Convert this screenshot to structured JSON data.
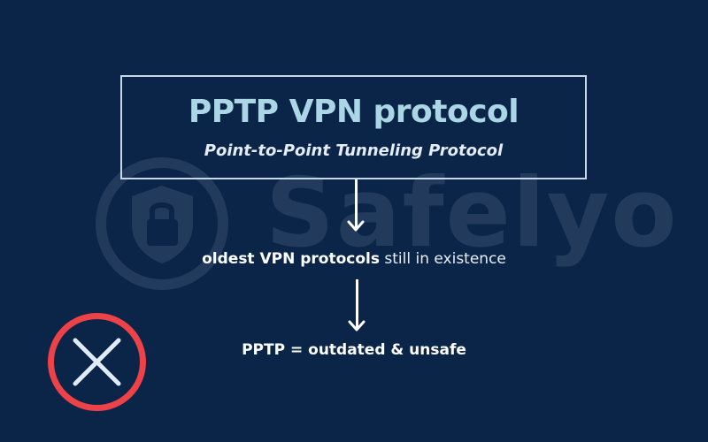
{
  "header": {
    "title": "PPTP VPN protocol",
    "subtitle": "Point-to-Point Tunneling Protocol"
  },
  "watermark": {
    "text": "Safelyo",
    "icon": "shield-lock-icon"
  },
  "steps": [
    {
      "bold": "oldest VPN protocols",
      "regular": " still in existence"
    },
    {
      "bold": "PPTP = outdated & unsafe",
      "regular": ""
    }
  ],
  "badge": {
    "icon": "close-x-circle-icon",
    "ring_color": "#ee4249",
    "x_color": "#e1ebf5"
  },
  "colors": {
    "background": "#0b2549",
    "title": "#aad6e6",
    "border": "#c8d8ea"
  }
}
